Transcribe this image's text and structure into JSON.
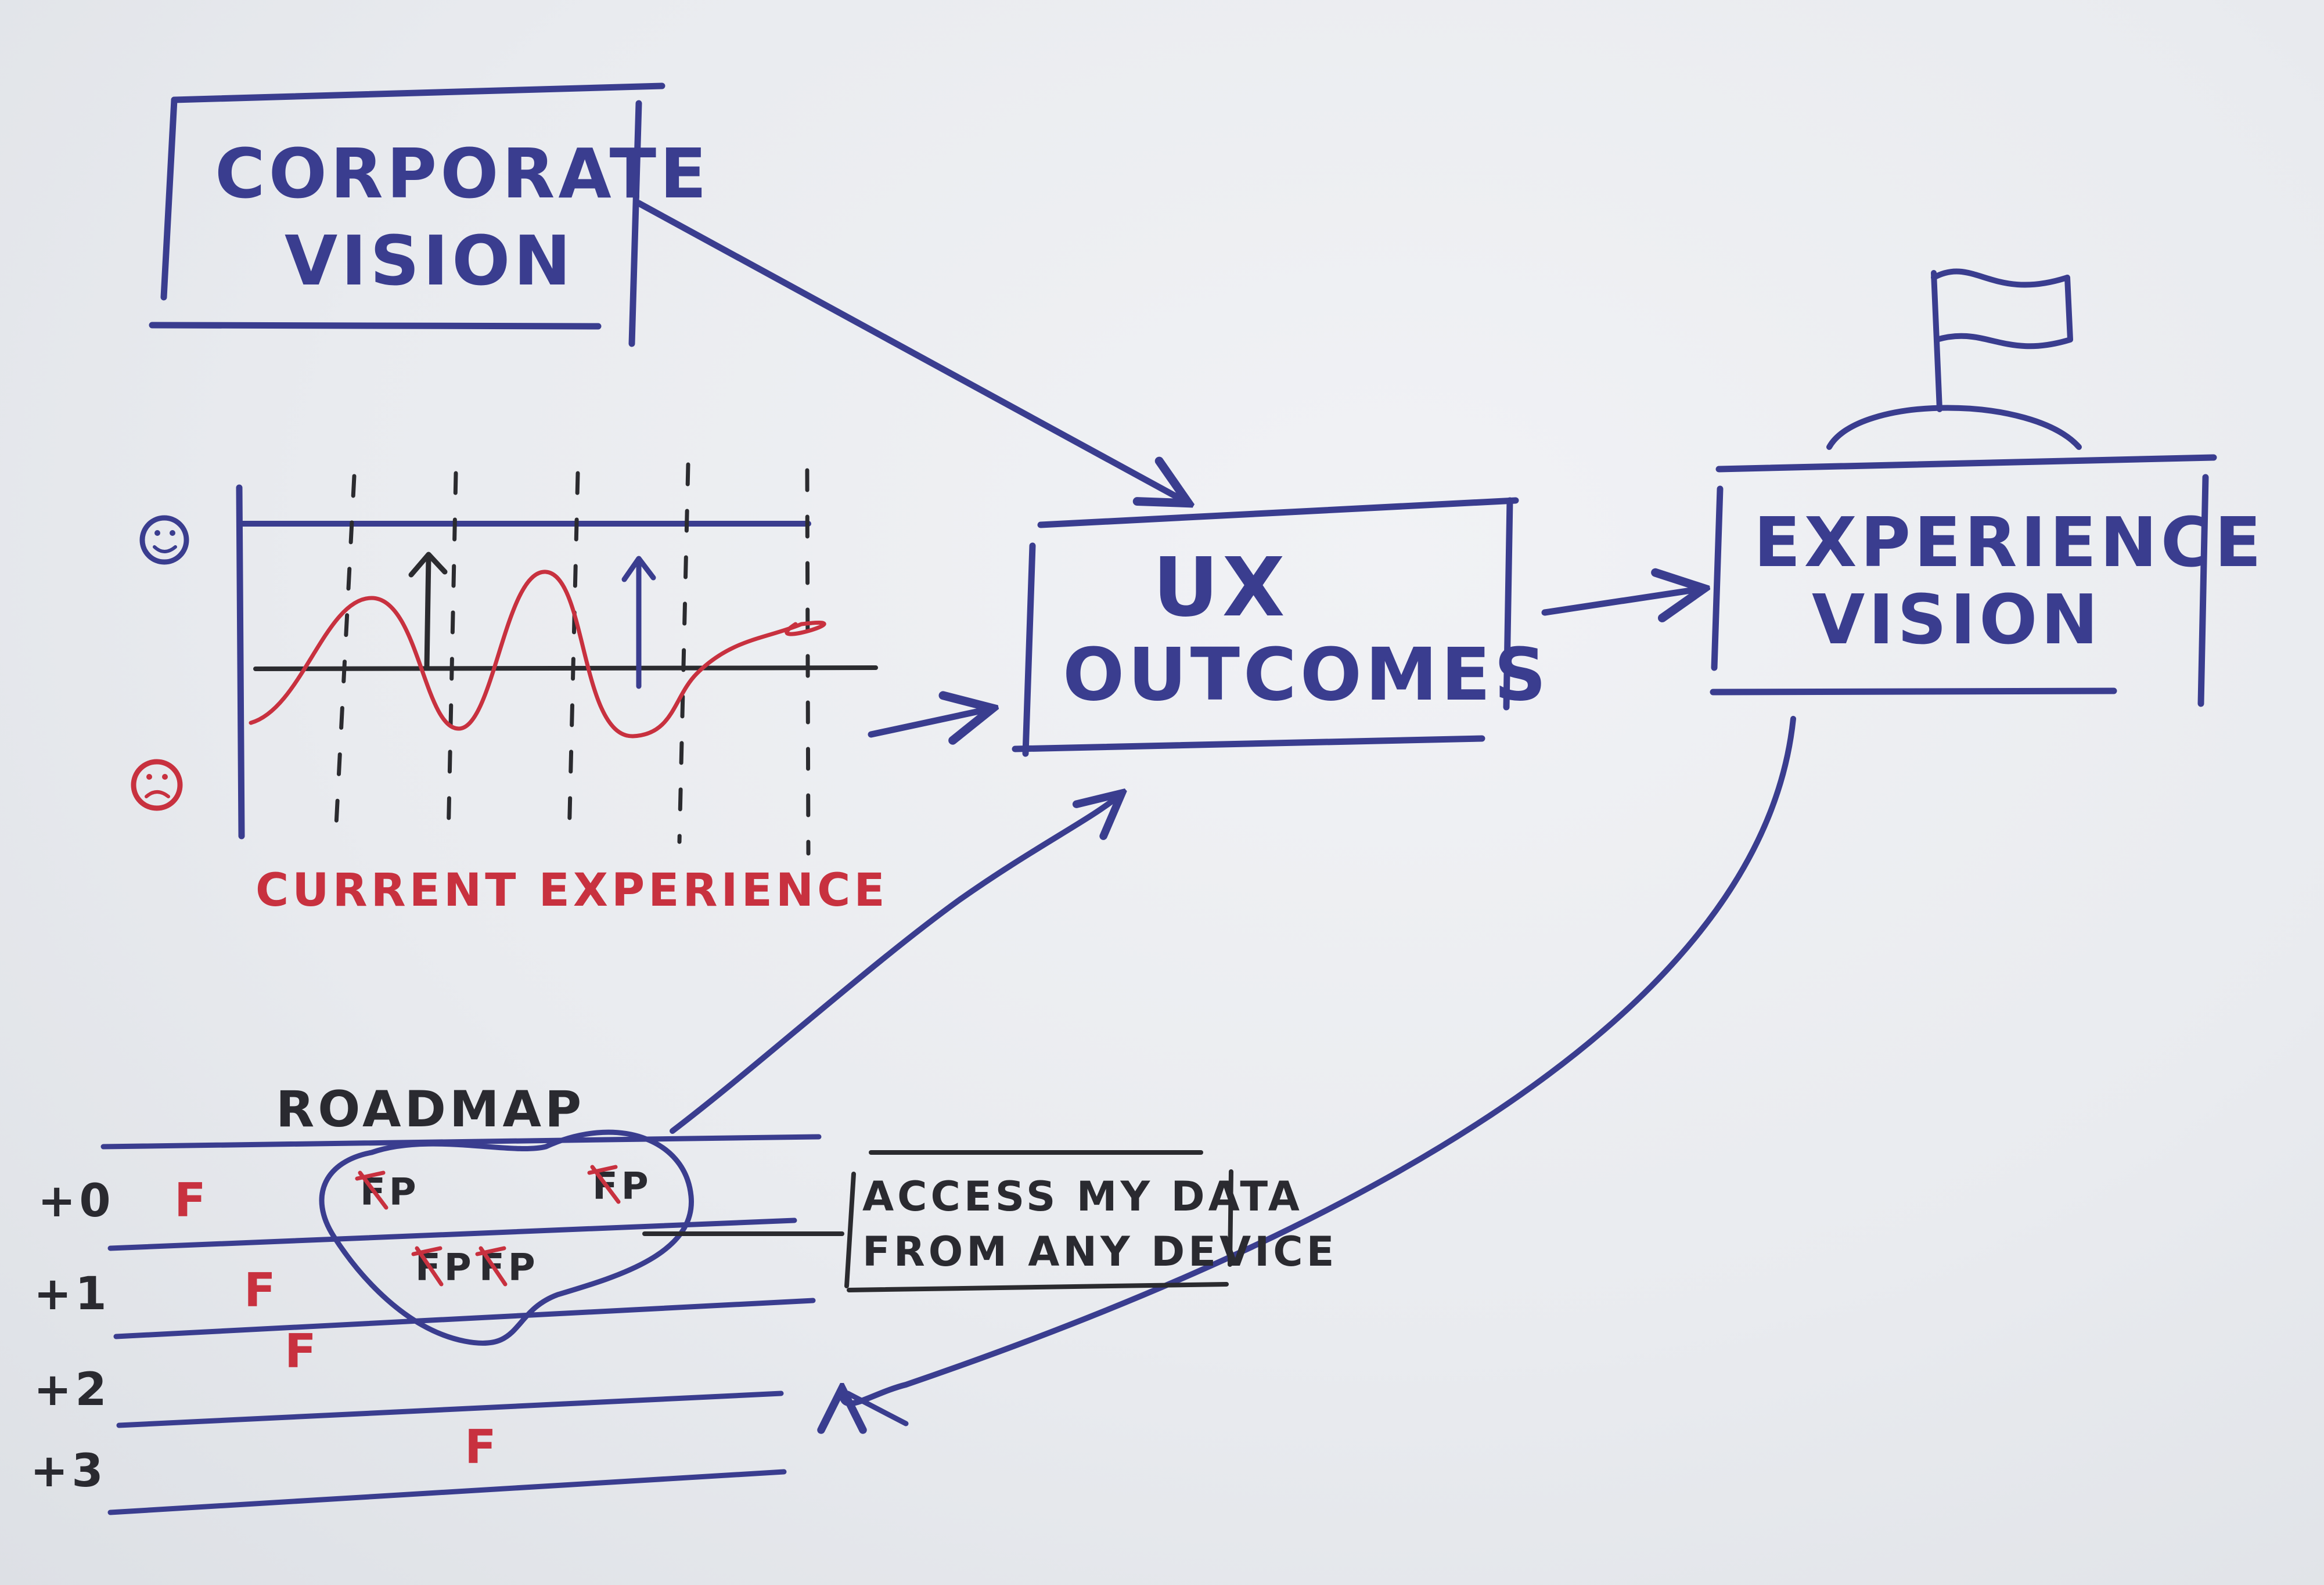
{
  "boxes": {
    "corporate_vision": {
      "line1": "CORPORATE",
      "line2": "VISION"
    },
    "ux_outcomes": {
      "line1": "UX",
      "line2": "OUTCOMES"
    },
    "experience_vision": {
      "line1": "EXPERIENCE",
      "line2": "VISION"
    }
  },
  "current_experience": {
    "caption": "CURRENT EXPERIENCE"
  },
  "roadmap": {
    "title": "ROADMAP",
    "rows": [
      "+0",
      "+1",
      "+2",
      "+3"
    ],
    "items": {
      "f_row0": "F",
      "fp_row0_a": "FP",
      "fp_row0_b": "FP",
      "fp_row1_a": "FP",
      "fp_row1_b": "FP",
      "f_row1": "F",
      "f_row1b": "F",
      "f_row3": "F"
    },
    "callout": {
      "line1": "ACCESS MY DATA",
      "line2": "FROM ANY DEVICE"
    }
  },
  "colors": {
    "blue_ink": "#3a3d8f",
    "red_ink": "#c8313f",
    "black_ink": "#2b2b2f",
    "paper": "#eceef2"
  }
}
